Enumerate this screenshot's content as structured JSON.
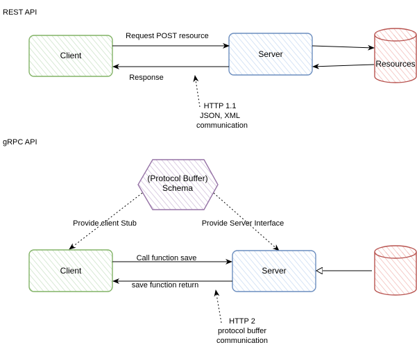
{
  "sections": {
    "rest": "REST API",
    "grpc": "gRPC API"
  },
  "rest": {
    "client": "Client",
    "server": "Server",
    "resources": "Resources",
    "request_label": "Request POST resource",
    "response_label": "Response",
    "protocol_lines": [
      "HTTP 1.1",
      "JSON, XML",
      "communication"
    ]
  },
  "grpc": {
    "client": "Client",
    "server": "Server",
    "schema_lines": [
      "(Protocol Buffer)",
      "Schema"
    ],
    "stub_label": "Provide client Stub",
    "interface_label": "Provide Server Interface",
    "call_label": "Call function save",
    "return_label": "save function return",
    "protocol_lines": [
      "HTTP 2",
      "protocol buffer",
      "communication"
    ]
  },
  "colors": {
    "client_stroke": "#82b366",
    "client_fill": "#d5e8d4",
    "server_stroke": "#6c8ebf",
    "server_fill": "#dae8fc",
    "schema_stroke": "#9673a6",
    "schema_fill": "#e1d5e7",
    "db_stroke": "#b85450",
    "db_fill": "#f8cecc"
  }
}
